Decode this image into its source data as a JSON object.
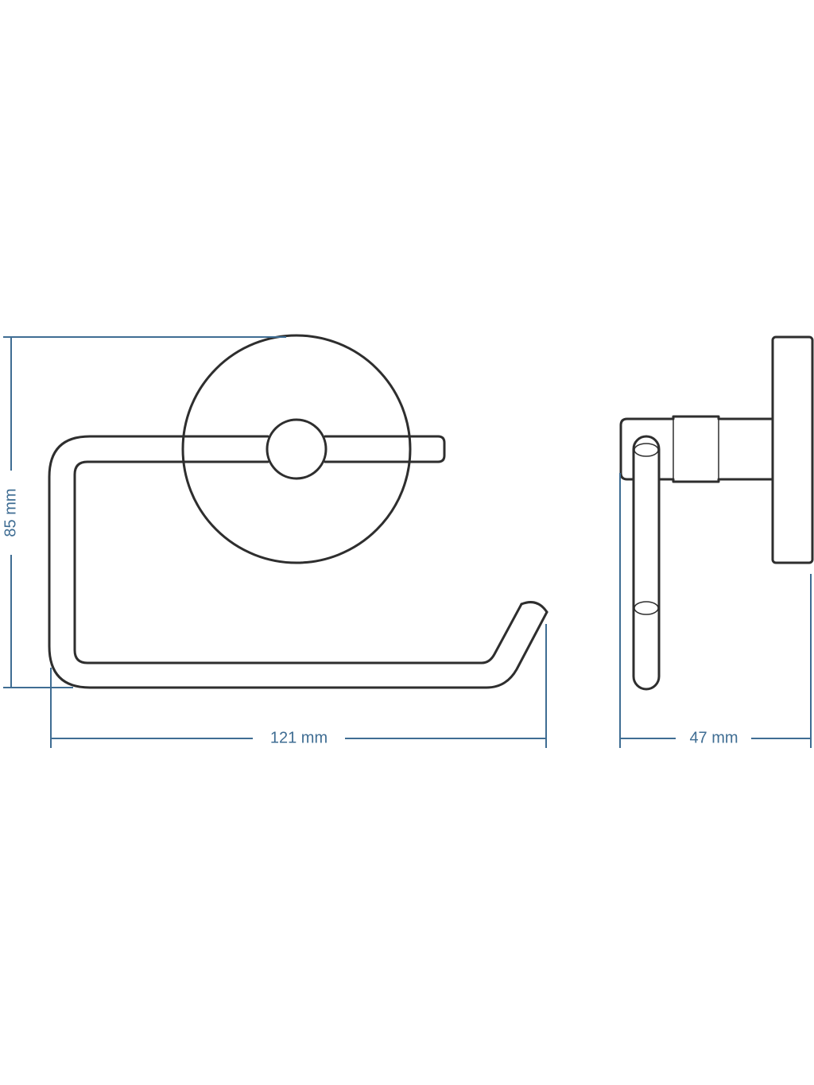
{
  "dimensions": {
    "width": {
      "value": 121,
      "unit": "mm",
      "label": "121 mm"
    },
    "height": {
      "value": 85,
      "unit": "mm",
      "label": "85 mm"
    },
    "depth": {
      "value": 47,
      "unit": "mm",
      "label": "47 mm"
    }
  },
  "colors": {
    "dimension": "#3f6d93",
    "outline": "#2e2e2e",
    "background": "#ffffff"
  }
}
